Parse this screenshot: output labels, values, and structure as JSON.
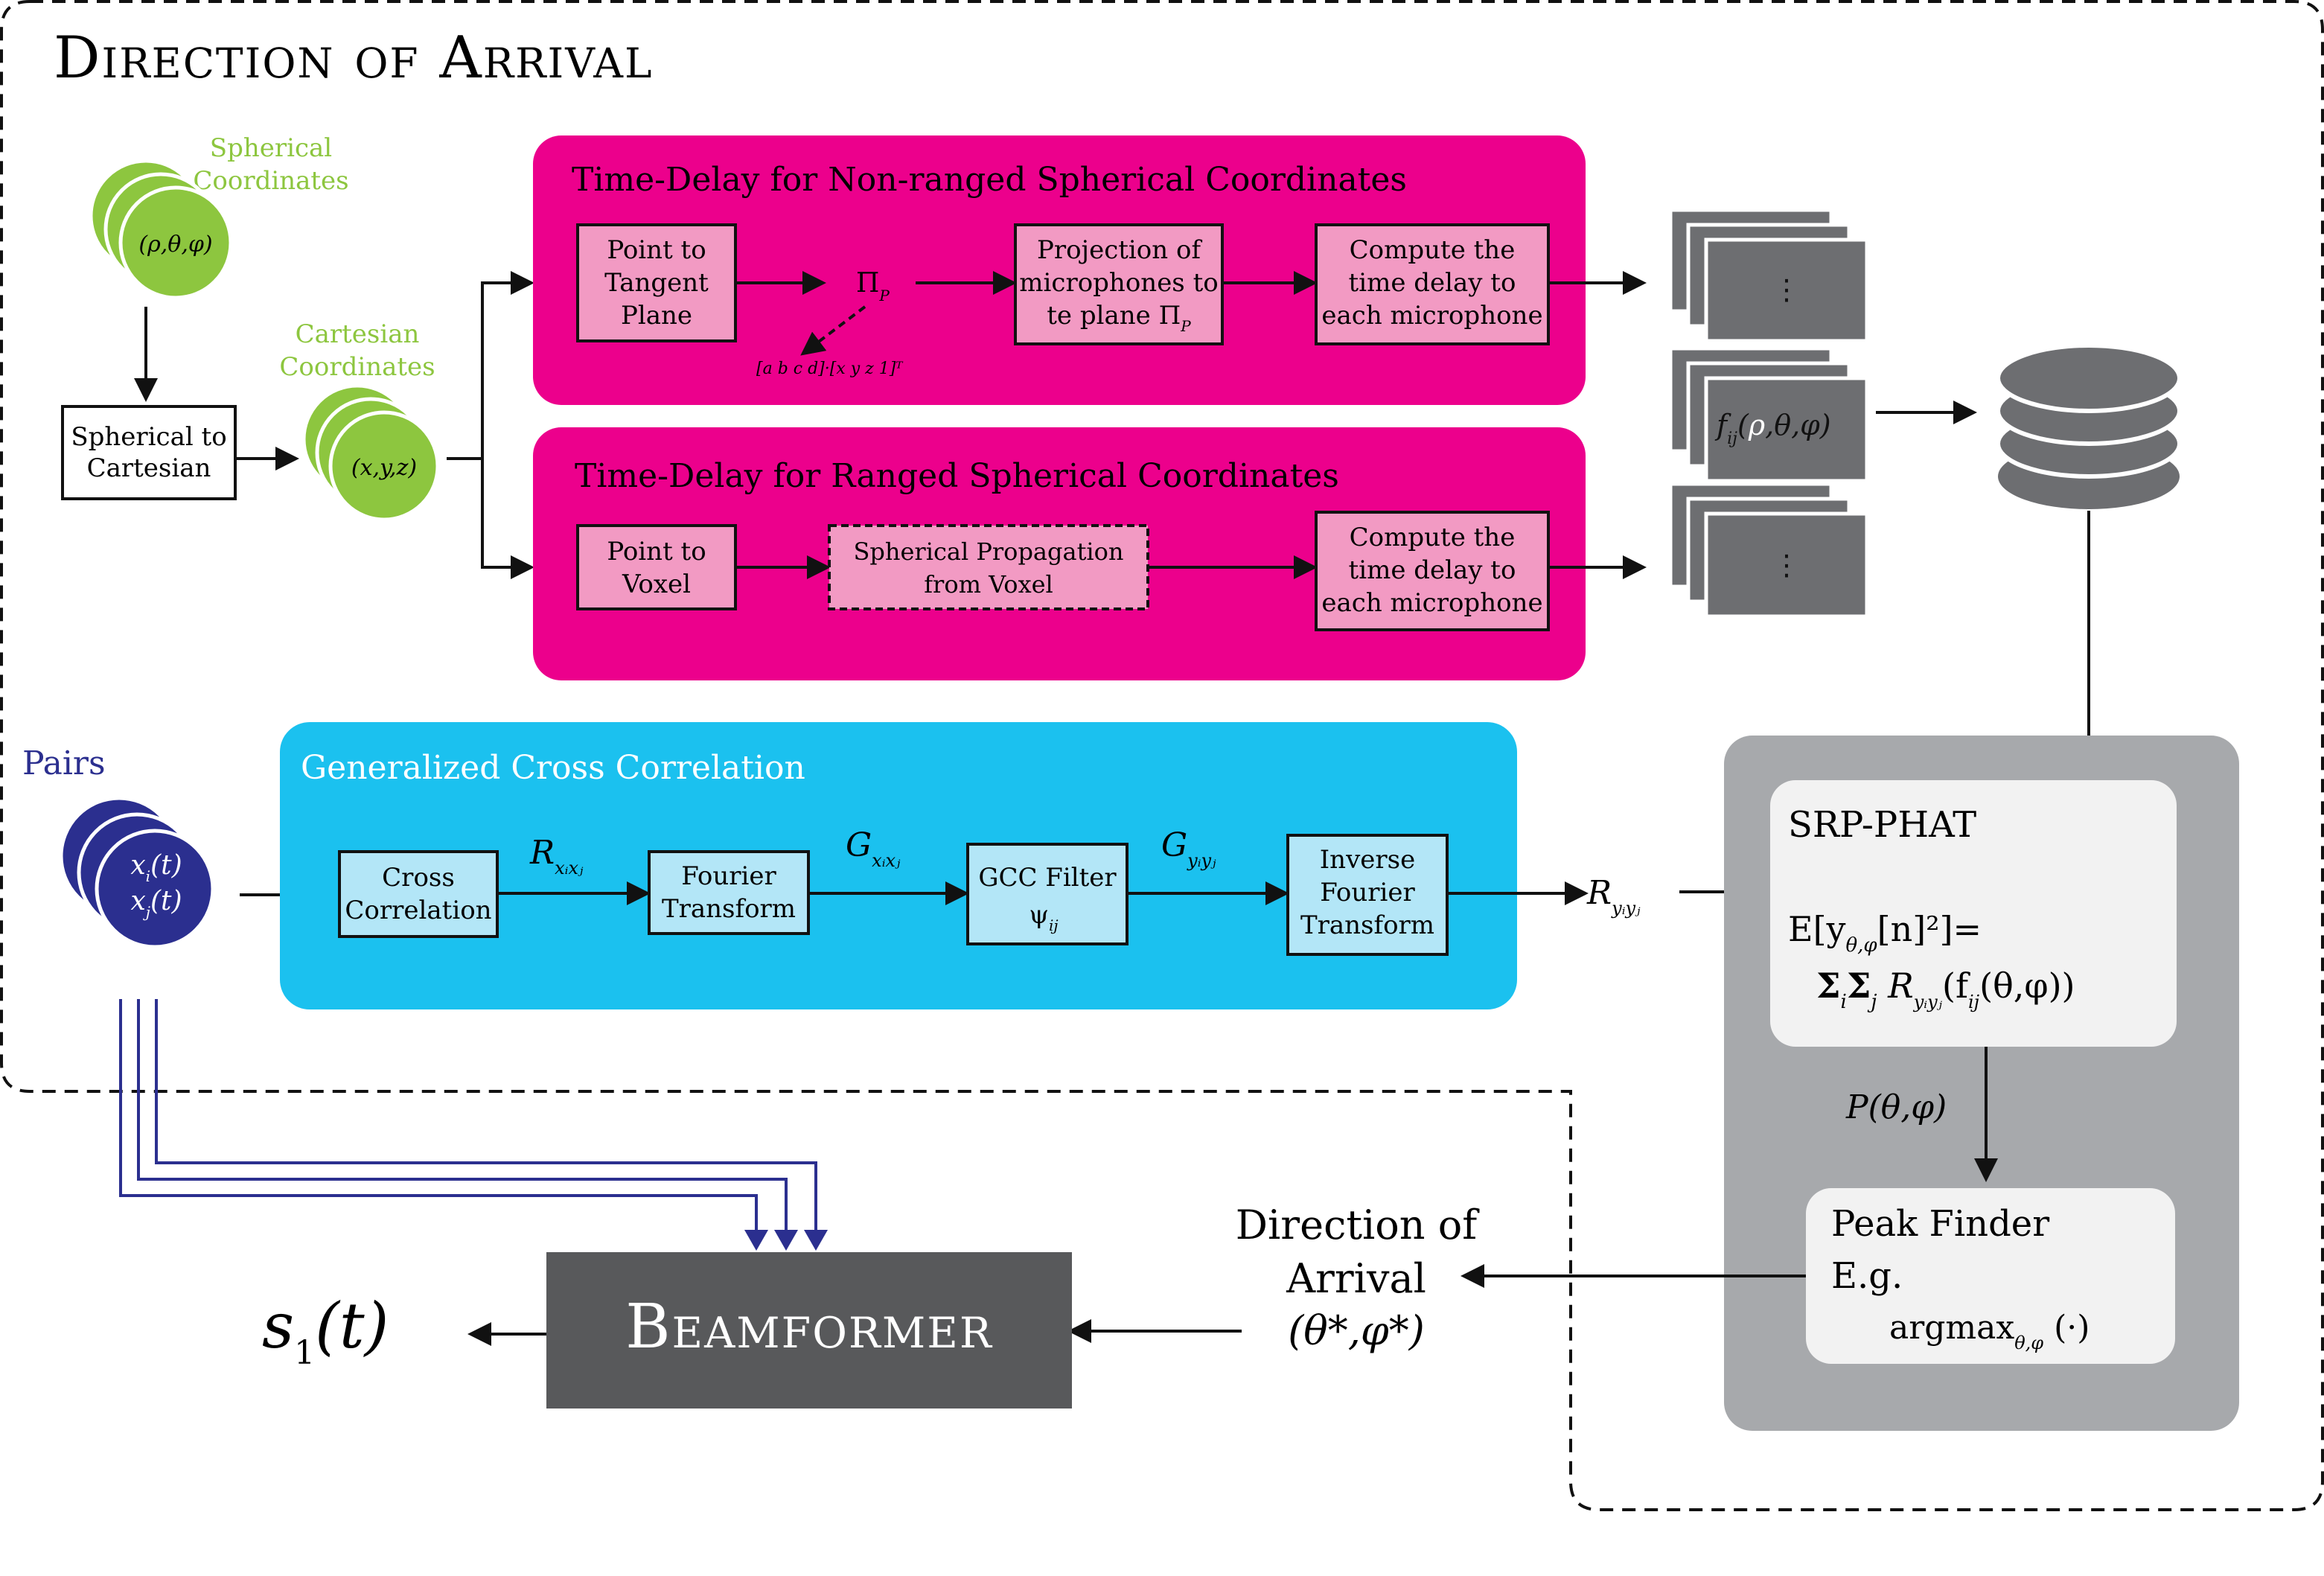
{
  "title": "Direction of Arrival",
  "spherical": {
    "label_line1": "Spherical",
    "label_line2": "Coordinates",
    "circle_text": "(ρ,θ,φ)"
  },
  "sph_to_cart": {
    "line1": "Spherical to",
    "line2": "Cartesian"
  },
  "cartesian": {
    "label_line1": "Cartesian",
    "label_line2": "Coordinates",
    "circle_text": "(x,y,z)"
  },
  "nonranged": {
    "title": "Time-Delay for Non-ranged Spherical Coordinates",
    "box1": [
      "Point to",
      "Tangent",
      "Plane"
    ],
    "pi_label": "Π",
    "pi_sub": "P",
    "plane_eq": "[a b c d]·[x y z 1]ᵀ",
    "box2": [
      "Projection of",
      "microphones to",
      "te plane Π"
    ],
    "box2_sub": "P",
    "box3": [
      "Compute the",
      "time delay to",
      "each microphone"
    ]
  },
  "ranged": {
    "title": "Time-Delay for Ranged Spherical Coordinates",
    "box1": [
      "Point to",
      "Voxel"
    ],
    "box2": [
      "Spherical Propagation",
      "from Voxel"
    ],
    "box3": [
      "Compute the",
      "time delay to",
      "each microphone"
    ]
  },
  "stack_dots": "⋮",
  "function_label": {
    "f": "f",
    "sub": "ij",
    "open": "(",
    "rho": "ρ",
    "rest": ",θ,φ)"
  },
  "pairs": {
    "label": "Pairs",
    "xi": "x",
    "xi_sub": "i",
    "xi_tail": "(t)",
    "xj": "x",
    "xj_sub": "j",
    "xj_tail": "(t)"
  },
  "gcc": {
    "title": "Generalized Cross Correlation",
    "cross": [
      "Cross",
      "Correlation"
    ],
    "fourier": [
      "Fourier",
      "Transform"
    ],
    "filter": [
      "GCC Filter",
      "ψ"
    ],
    "filter_sub": "ij",
    "inverse": [
      "Inverse",
      "Fourier",
      "Transform"
    ],
    "r_label": "R",
    "r_sub": "xᵢxⱼ",
    "g1_label": "G",
    "g1_sub": "xᵢxⱼ",
    "g2_label": "G",
    "g2_sub": "yᵢyⱼ"
  },
  "r_out": {
    "label": "R",
    "sub": "yᵢyⱼ"
  },
  "srp": {
    "title": "SRP-PHAT",
    "eq_line1": "E[y",
    "eq_line1_sub": "θ,φ",
    "eq_line1_tail": "[n]²]=",
    "eq_line2_a": "Σ",
    "eq_line2_a_sub": "i",
    "eq_line2_b": "Σ",
    "eq_line2_b_sub": "j",
    "eq_line2_r": " R",
    "eq_line2_r_sub": "yᵢyⱼ",
    "eq_line2_f": "(f",
    "eq_line2_f_sub": "ij",
    "eq_line2_tail": "(θ,φ))",
    "p_label": "P(θ,φ)",
    "peak_title": "Peak Finder",
    "peak_eg": "E.g.",
    "peak_fn": "argmax",
    "peak_fn_sub": "θ,φ",
    "peak_fn_tail": " (·)"
  },
  "doa_out": {
    "line1": "Direction of",
    "line2": "Arrival",
    "line3": "(θ*,φ*)"
  },
  "beamformer": {
    "label": "Beamformer"
  },
  "output": {
    "s": "s",
    "sub": "1",
    "tail": "(t)"
  },
  "colors": {
    "magenta": "#ec008c",
    "pink_box": "#f29ac3",
    "green": "#8dc63f",
    "green_text": "#8dc63f",
    "cyan": "#1bc1ef",
    "light_blue": "#b3e6f7",
    "navy": "#2b2f8f",
    "gray_panel": "#a7a9ac",
    "light_panel": "#f2f2f2",
    "stack_gray": "#6d6e71",
    "db_gray": "#6d6e71",
    "beamformer": "#58595b"
  },
  "icons": [
    "database-icon",
    "stacked-frames-icon",
    "stacked-circles-icon"
  ]
}
